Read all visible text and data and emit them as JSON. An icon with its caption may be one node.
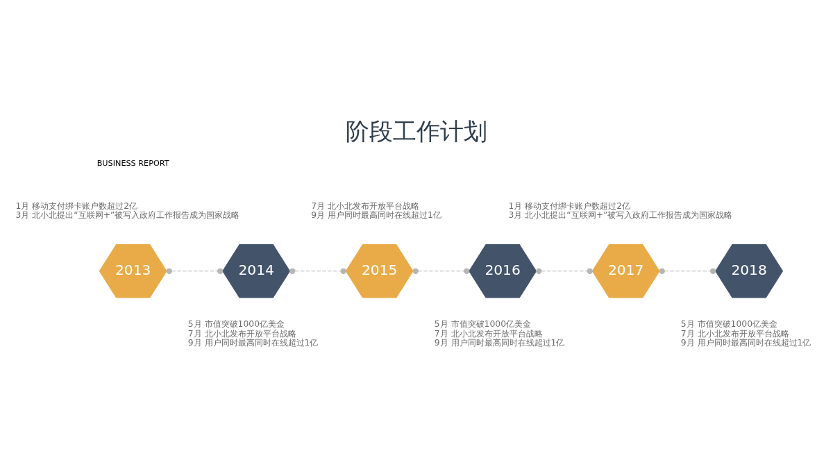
{
  "diagram": {
    "title": "阶段工作计划",
    "nodes": [
      {
        "text": [
          "2013"
        ],
        "beside": [
          "1月 移动支付绑卡账户数超过2亿",
          "3月 北小北提出“互联网+”被写入政府工作报告成为国家战略"
        ]
      },
      {
        "text": [
          "2014"
        ],
        "beside": [
          "5月 市值突破1000亿美金",
          "7月 北小北发布开放平台战略",
          "9月 用户同时最高同时在线超过1亿"
        ]
      },
      {
        "text": [
          "2015"
        ],
        "beside": [
          "7月 北小北发布开放平台战略",
          "9月 用户同时最高同时在线超过1亿"
        ]
      },
      {
        "text": [
          "2016"
        ],
        "beside": [
          "5月 市值突破1000亿美金",
          "7月 北小北发布开放平台战略",
          "9月 用户同时最高同时在线超过1亿"
        ]
      },
      {
        "text": [
          "2017"
        ],
        "beside": [
          "1月 移动支付绑卡账户数超过2亿",
          "3月 北小北提出“互联网+”被写入政府工作报告成为国家战略"
        ]
      },
      {
        "text": [
          "2018"
        ],
        "beside": [
          "5月 市值突破1000亿美金",
          "7月 北小北发布开放平台战略",
          "9月 用户同时最高同时在线超过1亿"
        ]
      }
    ],
    "edges": [
      {
        "from": 0,
        "to": 1,
        "arrow": "other",
        "style": "dashed"
      },
      {
        "from": 1,
        "to": 2,
        "arrow": "other",
        "style": "dashed"
      },
      {
        "from": 2,
        "to": 3,
        "arrow": "other",
        "style": "dashed"
      },
      {
        "from": 3,
        "to": 4,
        "arrow": "other",
        "style": "dashed"
      },
      {
        "from": 4,
        "to": 5,
        "arrow": "other",
        "style": "dashed"
      }
    ],
    "labels": [
      "BUSINESS REPORT"
    ]
  }
}
